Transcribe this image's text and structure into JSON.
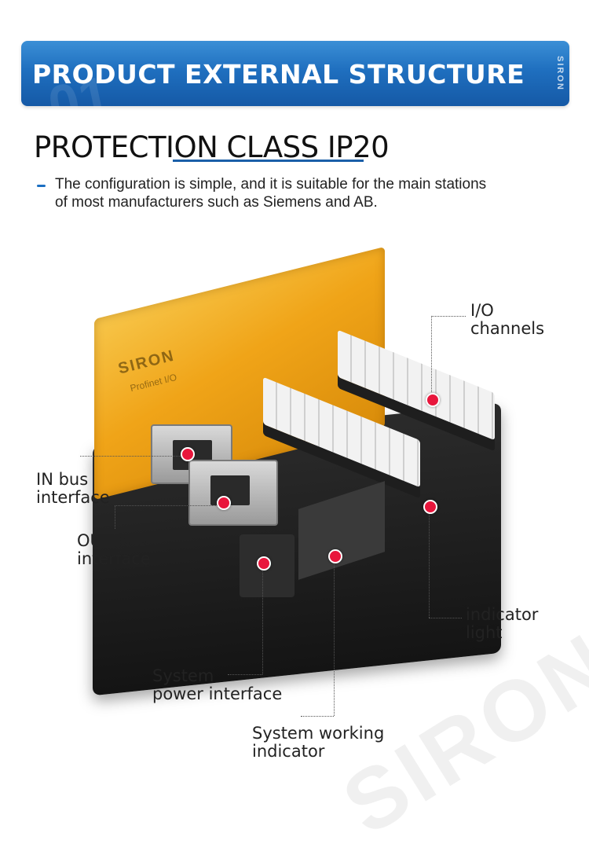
{
  "banner": {
    "title": "PRODUCT EXTERNAL STRUCTURE",
    "brand": "SIRON"
  },
  "headline": "PROTECTION CLASS IP20",
  "description": "The configuration is simple, and it is suitable for the main stations of most manufacturers such as Siemens and AB.",
  "product": {
    "logo": "SIRON",
    "model": "Profinet I/O",
    "watermark": "SIRON"
  },
  "callouts": {
    "io_channels": "I/O\nchannels",
    "in_bus": "IN bus\ninterface",
    "out_bus": "OUT bus\ninterface",
    "indicator_light": "indicator\nlight",
    "system_power": "System\npower interface",
    "system_working": "System working\nindicator"
  },
  "colors": {
    "banner_blue": "#1f6fbf",
    "marker_red": "#e8163c",
    "housing_gold": "#f0a418"
  }
}
